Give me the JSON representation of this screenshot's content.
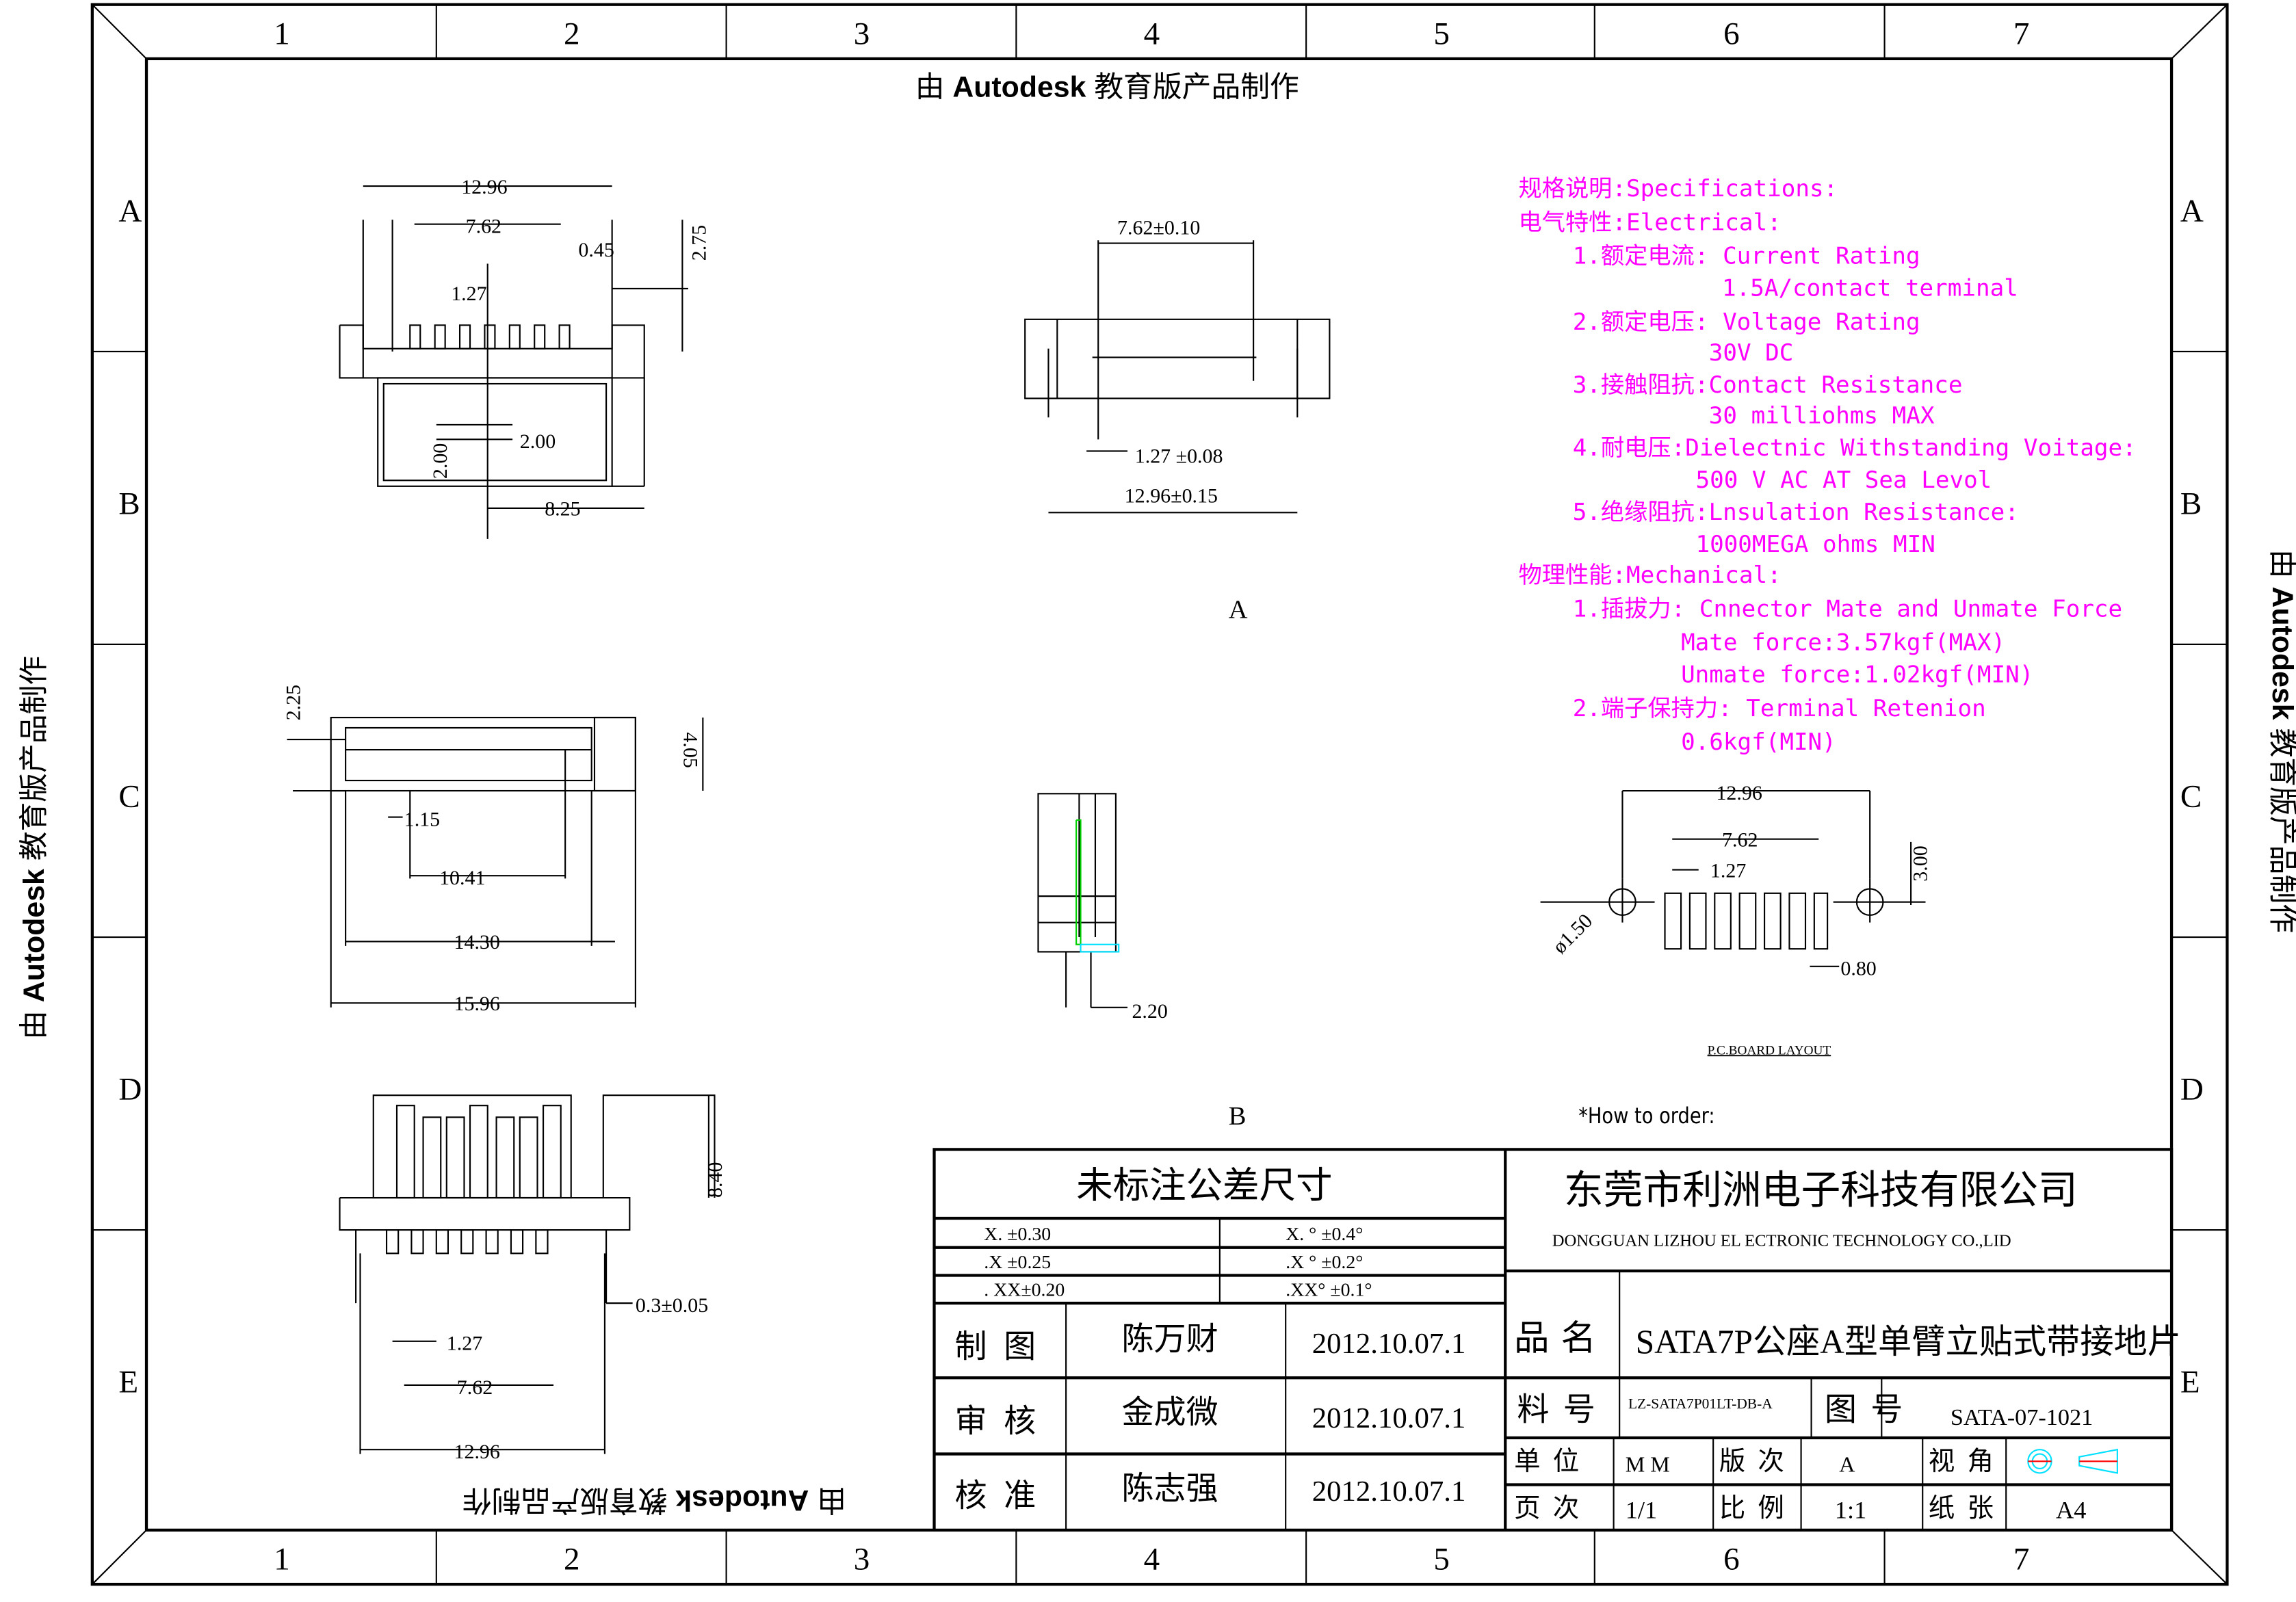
{
  "watermark": {
    "prefix": "由",
    "brand": "Autodesk",
    "suffix": "教育版产品制作"
  },
  "zones": {
    "columns": [
      "1",
      "2",
      "3",
      "4",
      "5",
      "6",
      "7"
    ],
    "rows": [
      "A",
      "B",
      "C",
      "D",
      "E"
    ]
  },
  "views": {
    "top_left": {
      "d1": "12.96",
      "d2": "7.62",
      "d3": "0.45",
      "d4": "2.75",
      "d5": "1.27",
      "d6": "2.00",
      "d7": "2.00",
      "d8": "8.25"
    },
    "mid_left": {
      "d1": "2.25",
      "d2": "4.05",
      "d3": "1.15",
      "d4": "10.41",
      "d5": "14.30",
      "d6": "15.96"
    },
    "bottom_left": {
      "d1": "8.40",
      "d2": "0.3±0.05",
      "d3": "1.27",
      "d4": "7.62",
      "d5": "12.96"
    },
    "view_a": {
      "label": "A",
      "d1": "7.62±0.10",
      "d2": "1.27  ±0.08",
      "d3": "12.96±0.15"
    },
    "view_b": {
      "label": "B",
      "d1": "2.20"
    },
    "pcb": {
      "d1": "12.96",
      "d2": "7.62",
      "d3": "1.27",
      "d4": "3.00",
      "d5": "ø1.50",
      "d6": "0.80",
      "caption": "P.C.BOARD LAYOUT"
    },
    "order": "*How to order:"
  },
  "specs": [
    "规格说明:Specifications:",
    "电气特性:Electrical:",
    "1.额定电流: Current Rating",
    "1.5A/contact terminal",
    "2.额定电压: Voltage Rating",
    "30V DC",
    "3.接触阻抗:Contact Resistance",
    "30 milliohms MAX",
    "4.耐电压:Dielectnic Withstanding Voitage:",
    "500 V AC AT Sea Levol",
    "5.绝缘阻抗:Lnsulation Resistance:",
    "1000MEGA ohms MIN",
    "物理性能:Mechanical:",
    "1.插拔力: Cnnector Mate and Unmate Force",
    "Mate force:3.57kgf(MAX)",
    "Unmate force:1.02kgf(MIN)",
    "2.端子保持力: Terminal Retenion",
    "0.6kgf(MIN)"
  ],
  "title_block": {
    "tolerance_title": "未标注公差尺寸",
    "tol": [
      "X.   ±0.30",
      "X.  °  ±0.4°",
      ".X   ±0.25",
      ".X °  ±0.2°",
      ". XX±0.20",
      ".XX°  ±0.1°"
    ],
    "drawn_label": "制 图",
    "drawn_by": "陈万财",
    "drawn_date": "2012.10.07.1",
    "checked_label": "审 核",
    "checked_by": "金成微",
    "checked_date": "2012.10.07.1",
    "approved_label": "核 准",
    "approved_by": "陈志强",
    "approved_date": "2012.10.07.1",
    "company_cn": "东莞市利洲电子科技有限公司",
    "company_en": "DONGGUAN LIZHOU EL ECTRONIC TECHNOLOGY CO.,LID",
    "name_label": "品 名",
    "name": "SATA7P公座A型单臂立贴式带接地片",
    "part_label": "料 号",
    "part": "LZ-SATA7P01LT-DB-A",
    "drawing_label": "图 号",
    "drawing": "SATA-07-1021",
    "unit_label": "单 位",
    "unit": "M M",
    "rev_label": "版 次",
    "rev": "A",
    "view_label": "视 角",
    "page_label": "页 次",
    "page": "1/1",
    "scale_label": "比 例",
    "scale": "1:1",
    "paper_label": "纸 张",
    "paper": "A4"
  }
}
